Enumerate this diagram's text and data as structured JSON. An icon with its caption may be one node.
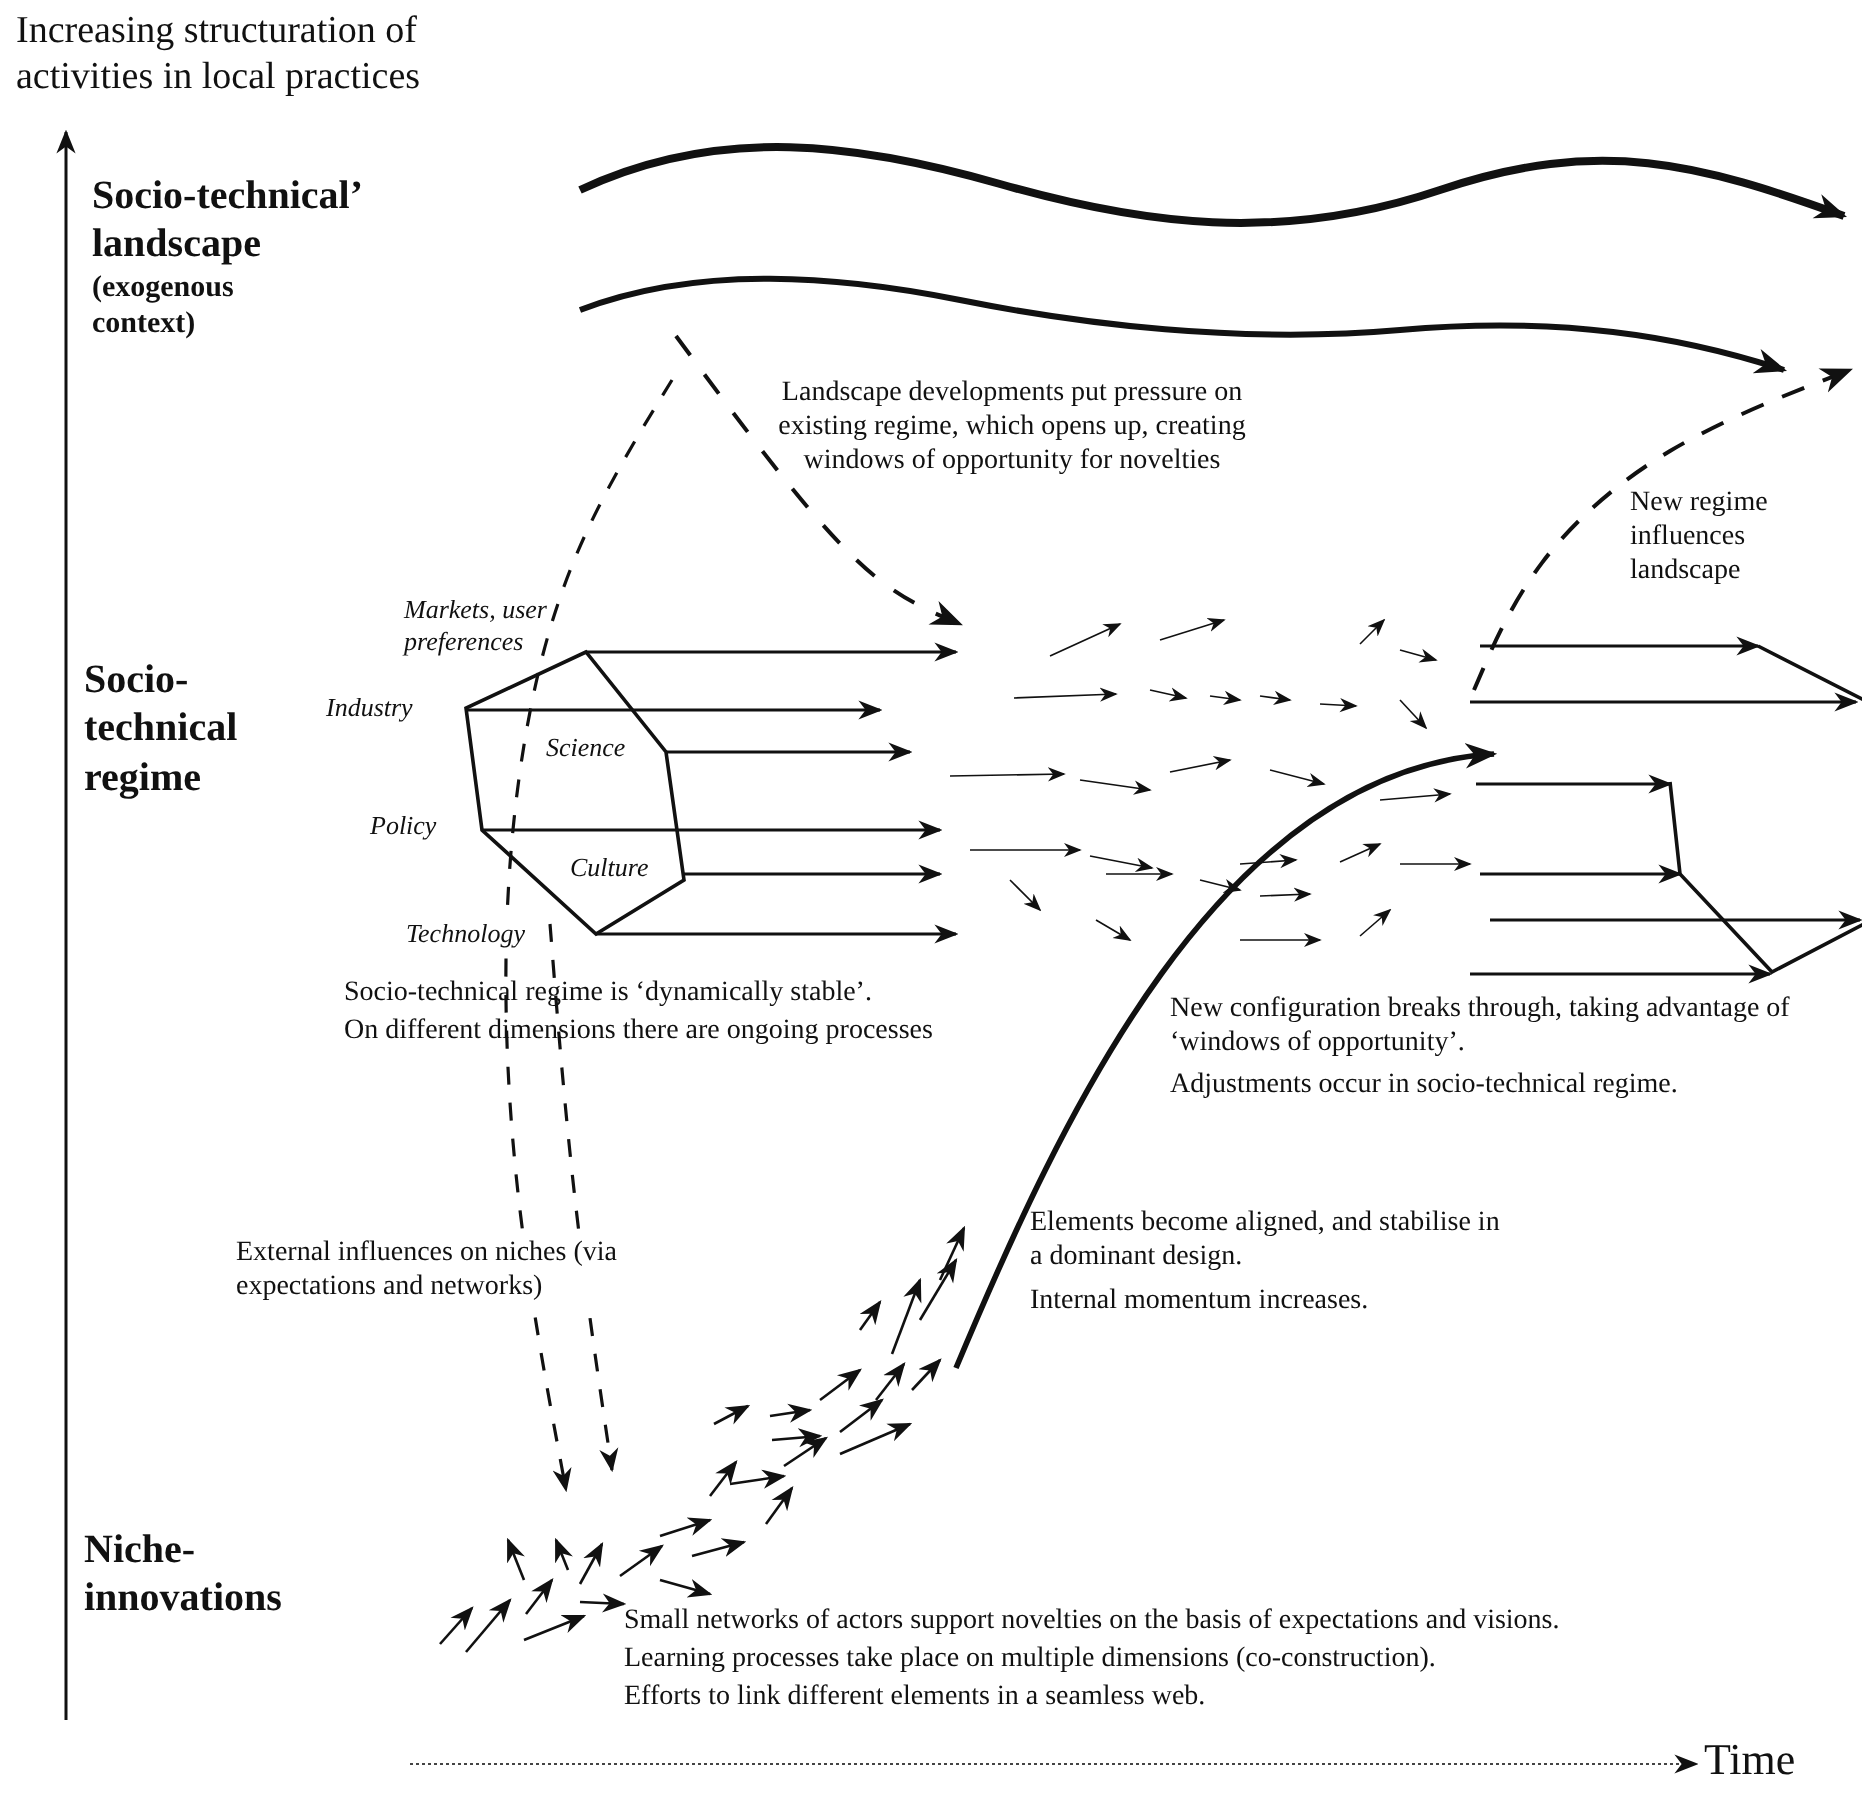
{
  "diagram": {
    "labels": [
      "Increasing structuration of activities in local practices",
      "Socio-technical’ landscape",
      "(exogenous context)",
      "Landscape developments put pressure on existing regime, which opens up, creating windows of opportunity for novelties",
      "New regime influences landscape",
      "Markets, user preferences",
      "Socio-technical regime",
      "Industry",
      "Science",
      "Policy",
      "Culture",
      "Technology",
      "Socio-technical regime is ‘dynamically stable’.",
      "On different dimensions there are ongoing processes",
      "New configuration breaks through, taking advantage of ‘windows of opportunity’.",
      "Adjustments occur in socio-technical regime.",
      "External influences on niches (via expectations and networks)",
      "Elements become aligned, and stabilise in a dominant design.",
      "Internal momentum increases.",
      "Niche-innovations",
      "Small networks of actors support novelties on the basis of expectations and visions.",
      "Learning processes take place on multiple dimensions (co-construction).",
      "Efforts to link different elements in a seamless web.",
      "Time"
    ]
  }
}
